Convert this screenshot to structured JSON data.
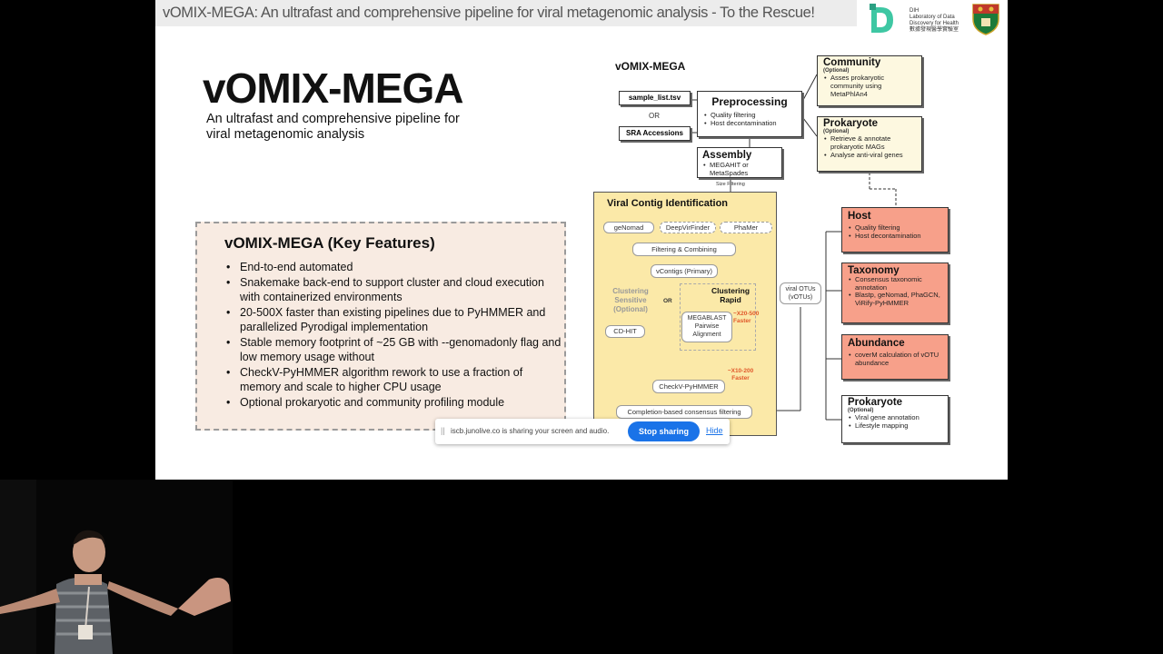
{
  "slide": {
    "header_title": "vOMIX-MEGA:  An ultrafast and comprehensive pipeline for viral metagenomic analysis - To the Rescue!",
    "logo_text": [
      "DIH",
      "Laboratory of Data",
      "Discovery for Health",
      "數據發現醫學實驗室"
    ],
    "title": "vOMIX-MEGA",
    "subtitle": "An ultrafast and comprehensive pipeline for viral metagenomic analysis",
    "features": {
      "title": "vOMIX-MEGA (Key Features)",
      "items": [
        "End-to-end automated",
        "Snakemake back-end to support cluster and cloud execution with containerized environments",
        "20-500X faster than existing pipelines due to PyHMMER and parallelized Pyrodigal implementation",
        "Stable memory footprint of ~25 GB with --genomadonly flag and low memory usage without",
        "CheckV-PyHMMER algorithm rework to use a fraction of memory and scale to higher CPU usage",
        "Optional prokaryotic and community profiling module"
      ]
    },
    "diagram": {
      "title": "vOMIX-MEGA",
      "inputs": {
        "sample_list": "sample_list.tsv",
        "or": "OR",
        "sra": "SRA Accessions"
      },
      "preprocessing": {
        "title": "Preprocessing",
        "items": [
          "Quality filtering",
          "Host decontamination"
        ]
      },
      "assembly": {
        "title": "Assembly",
        "items": [
          "MEGAHIT or MetaSpades"
        ],
        "size_filter": "Size Filtering"
      },
      "community": {
        "title": "Community",
        "optional": "(Optional)",
        "items": [
          "Asses prokaryotic community using MetaPhlAn4"
        ]
      },
      "prokaryote_top": {
        "title": "Prokaryote",
        "optional": "(Optional)",
        "items": [
          "Retrieve & annotate prokaryotic MAGs",
          "Analyse anti-viral genes"
        ]
      },
      "vci": {
        "title": "Viral Contig Identification",
        "genomad": "geNomad",
        "deepvirfinder": "DeepVirFinder",
        "phamer": "PhaMer",
        "filtering": "Filtering & Combining",
        "vcontigs": "vContigs (Primary)",
        "sensitive": "Clustering Sensitive (Optional)",
        "or": "OR",
        "rapid": "Clustering Rapid",
        "megablast": "MEGABLAST Pairwise Alignment",
        "speed1": "~X20-500 Faster",
        "cdhit": "CD-HIT",
        "speed2": "~X10-200 Faster",
        "checkv": "CheckV-PyHMMER",
        "completion": "Completion-based consensus filtering"
      },
      "votus": "viral OTUs (vOTUs)",
      "host": {
        "title": "Host",
        "items": [
          "Quality filtering",
          "Host decontamination"
        ]
      },
      "taxonomy": {
        "title": "Taxonomy",
        "items": [
          "Consensus taxonomic annotation",
          "Blastp, geNomad, PhaGCN, ViRify-PyHMMER"
        ]
      },
      "abundance": {
        "title": "Abundance",
        "items": [
          "coverM calculation of vOTU abundance"
        ]
      },
      "prokaryote_bottom": {
        "title": "Prokaryote",
        "optional": "(Optional)",
        "items": [
          "Viral gene annotation",
          "Lifestyle mapping"
        ]
      }
    }
  },
  "share_bar": {
    "message": "iscb.junolive.co is sharing your screen and audio.",
    "stop_label": "Stop sharing",
    "hide_label": "Hide"
  },
  "colors": {
    "salmon": "#f7a08a",
    "yellow": "#fbe9a8",
    "stop_button": "#1a73e8"
  }
}
